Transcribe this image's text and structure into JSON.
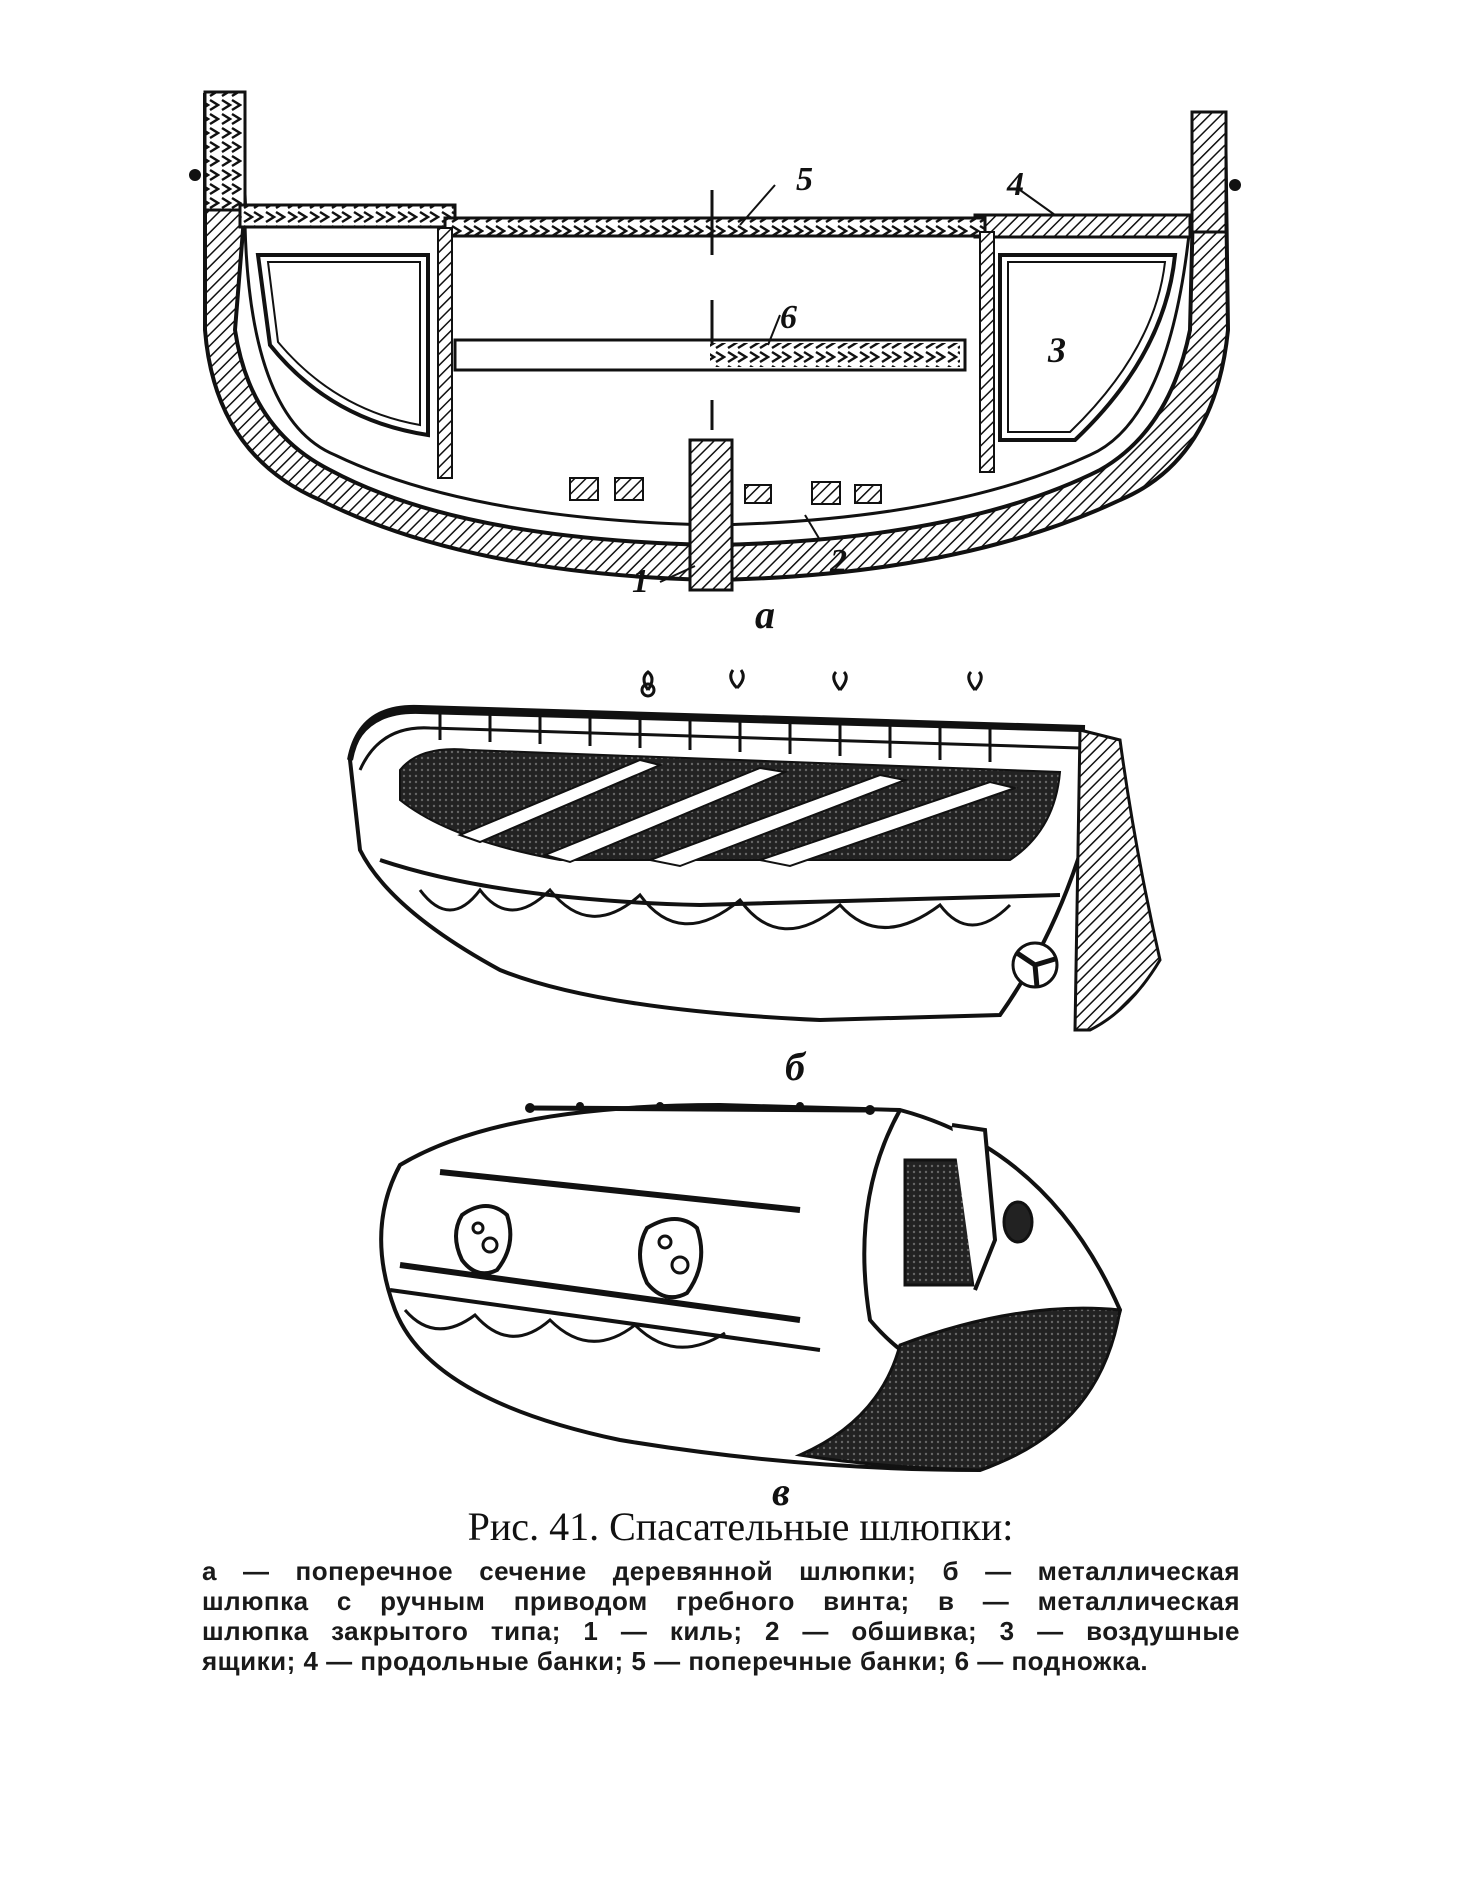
{
  "figure": {
    "panel_a": {
      "letter": "a",
      "callouts": [
        "1",
        "2",
        "3",
        "4",
        "5",
        "6"
      ]
    },
    "panel_b": {
      "letter": "б"
    },
    "panel_c": {
      "letter": "в"
    }
  },
  "caption": {
    "title": "Рис. 41. Спасательные шлюпки:",
    "lines": [
      "а — поперечное сечение деревянной шлюпки; б — металлическая",
      "шлюпка с ручным приводом гребного винта; в — металлическая",
      "шлюпка закрытого типа; 1 — киль; 2 — обшивка; 3 — воздушные",
      "ящики; 4 — продольные банки; 5 — поперечные банки; 6 — подножка."
    ]
  }
}
